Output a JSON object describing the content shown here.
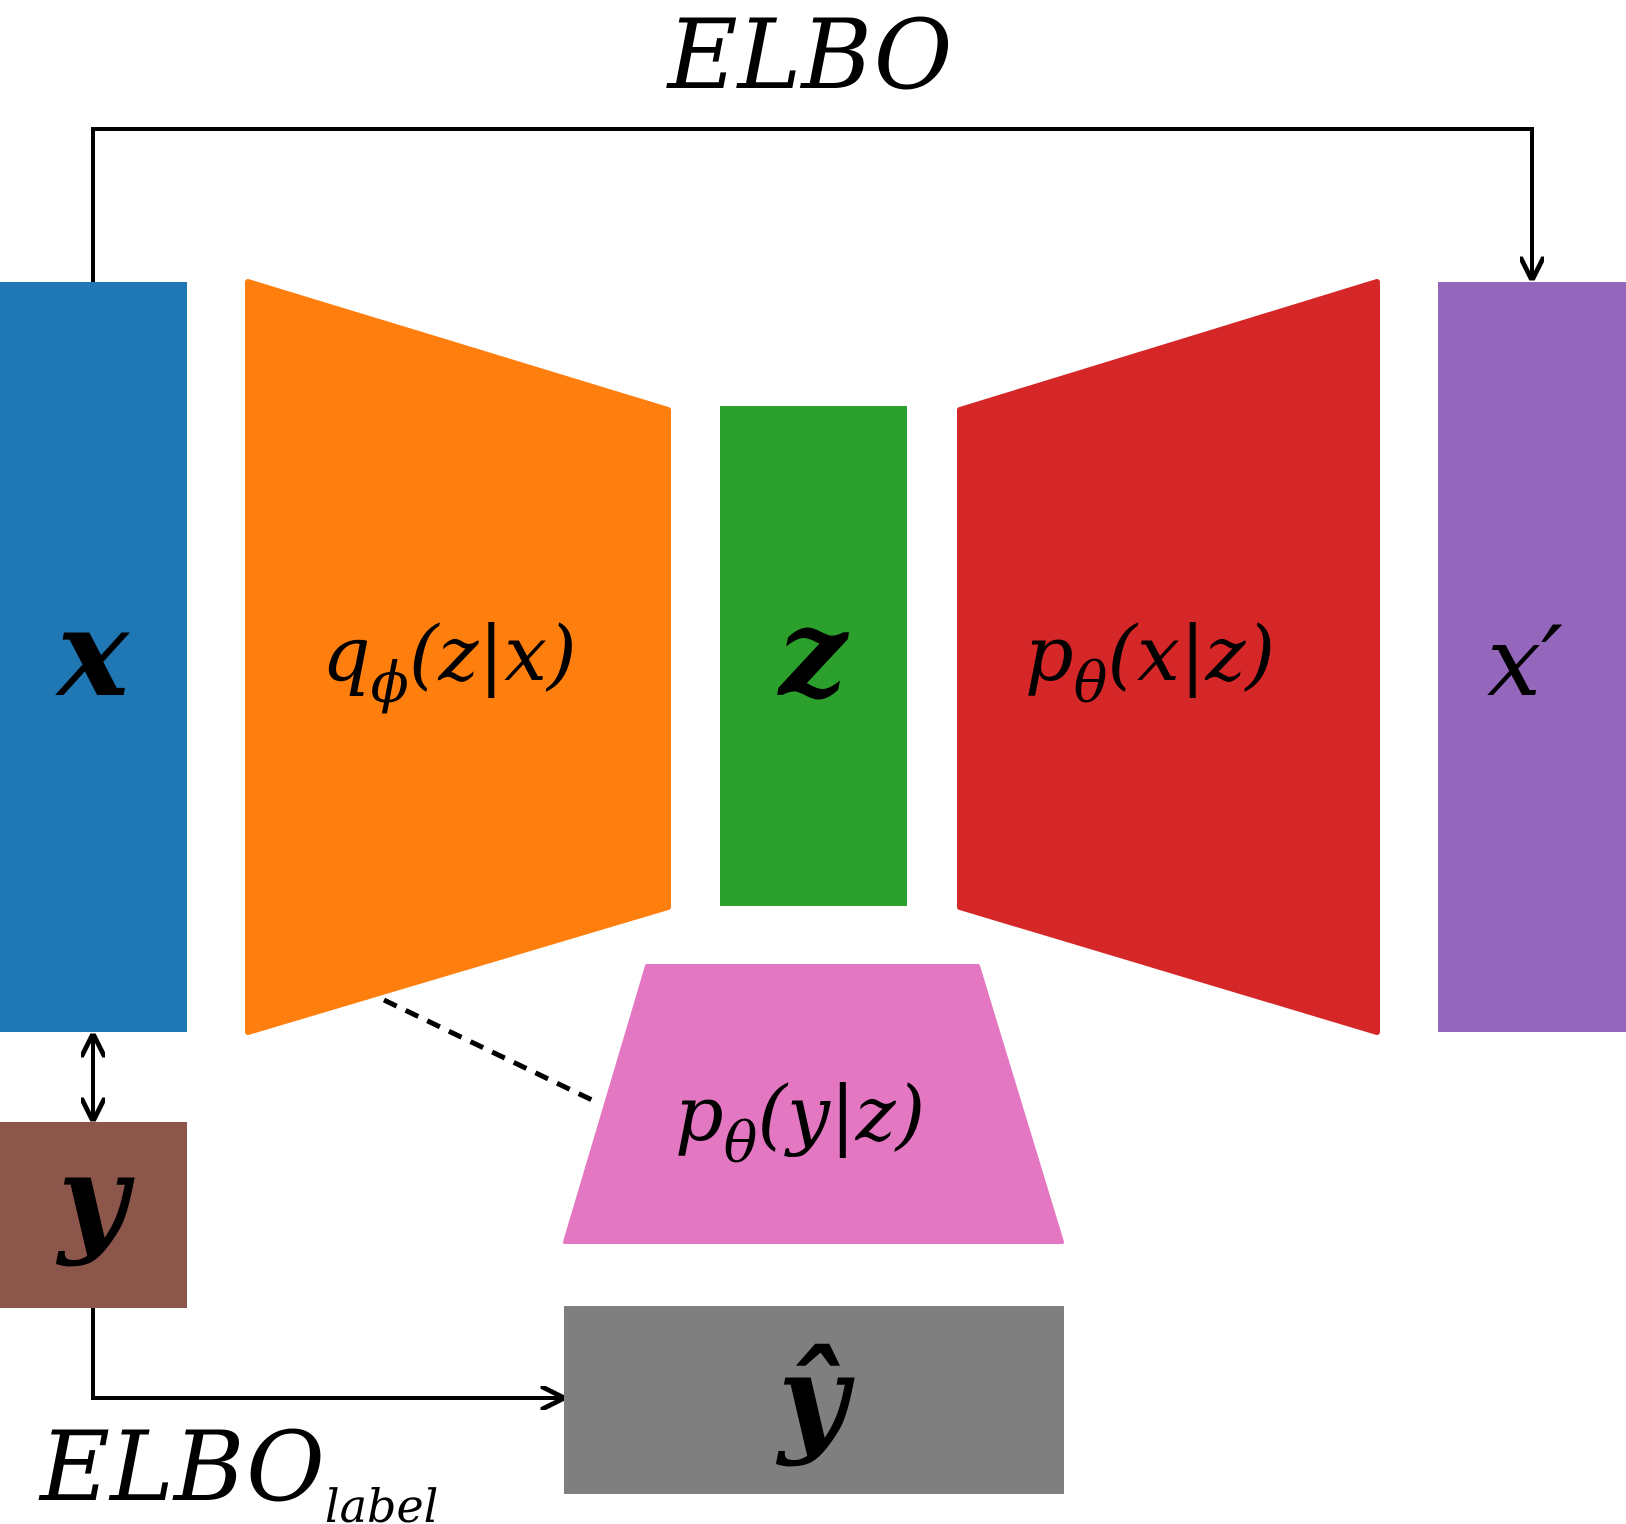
{
  "title": "ELBO",
  "bottom_label": {
    "main": "ELBO",
    "sub": "label"
  },
  "blocks": {
    "x": {
      "label": "x",
      "color": "#1f77b4"
    },
    "encoder": {
      "base": "q",
      "sub": "ϕ",
      "args": "(z|x)",
      "color": "#ff7f0e"
    },
    "z": {
      "label": "z",
      "color": "#2ca02c"
    },
    "decoder": {
      "base": "p",
      "sub": "θ",
      "args": "(x|z)",
      "color": "#d62728"
    },
    "x_prime": {
      "label": "x′",
      "color": "#9467bd"
    },
    "classifier": {
      "base": "p",
      "sub": "θ",
      "args": "(y|z)",
      "color": "#e377c2"
    },
    "y": {
      "label": "y",
      "color": "#8c564b"
    },
    "y_hat": {
      "label": "ŷ",
      "color": "#7f7f7f"
    }
  }
}
